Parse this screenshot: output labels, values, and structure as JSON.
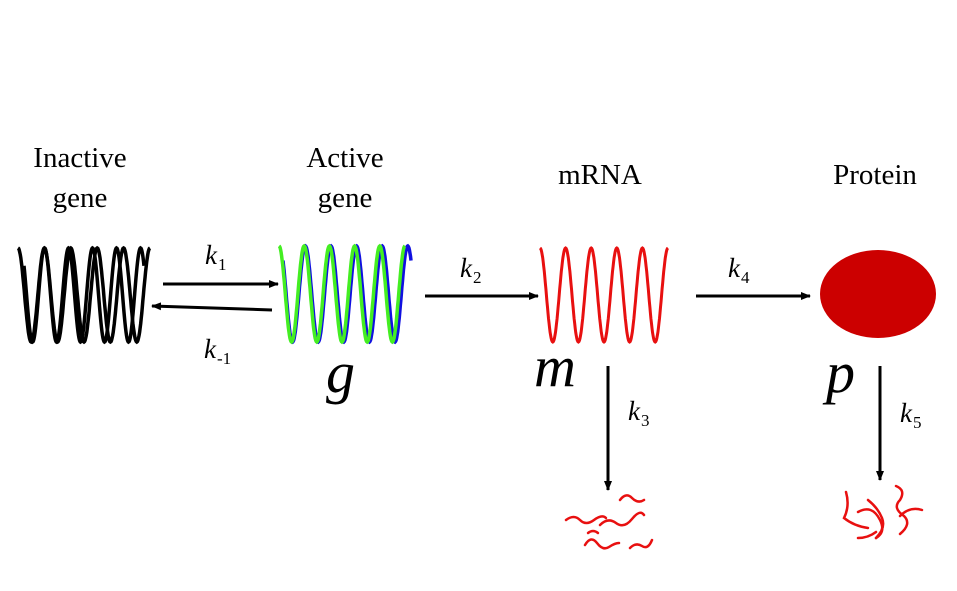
{
  "labels": {
    "inactive_gene": "Inactive\ngene",
    "active_gene": "Active\ngene",
    "mrna": "mRNA",
    "protein": "Protein"
  },
  "variables": {
    "g": "g",
    "m": "m",
    "p": "p"
  },
  "rates": [
    {
      "k": "k",
      "sub": "1"
    },
    {
      "k": "k",
      "sub": "-1"
    },
    {
      "k": "k",
      "sub": "2"
    },
    {
      "k": "k",
      "sub": "3"
    },
    {
      "k": "k",
      "sub": "4"
    },
    {
      "k": "k",
      "sub": "5"
    }
  ],
  "colors": {
    "inactive_coil": "#000000",
    "active_coil_green": "#44ee22",
    "active_coil_blue": "#1010e0",
    "mrna": "#e81010",
    "protein": "#cc0000",
    "arrow": "#000000"
  }
}
